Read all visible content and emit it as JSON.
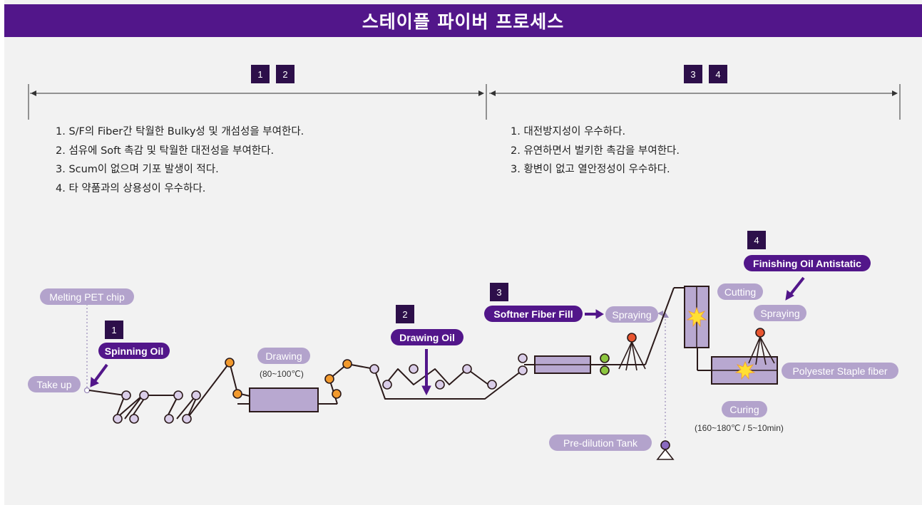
{
  "title": "스테이플 파이버 프로세스",
  "section_left": {
    "badges": [
      "1",
      "2"
    ],
    "lines": [
      "1. S/F의 Fiber간 탁월한 Bulky성 및 개섬성을 부여한다.",
      "2. 섬유에 Soft 촉감 및 탁월한 대전성을 부여한다.",
      "3. Scum이 없으며 기포 발생이 적다.",
      "4. 타 약품과의 상용성이 우수하다."
    ]
  },
  "section_right": {
    "badges": [
      "3",
      "4"
    ],
    "lines": [
      "1. 대전방지성이 우수하다.",
      "2. 유연하면서 벌키한 촉감을 부여한다.",
      "3. 황변이 없고 열안정성이 우수하다."
    ]
  },
  "process": {
    "melting": "Melting PET chip",
    "take_up": "Take up",
    "step1_num": "1",
    "spinning_oil": "Spinning Oil",
    "drawing": "Drawing",
    "drawing_temp": "(80~100℃)",
    "step2_num": "2",
    "drawing_oil": "Drawing Oil",
    "step3_num": "3",
    "softner": "Softner Fiber Fill",
    "spraying_1": "Spraying",
    "cutting": "Cutting",
    "step4_num": "4",
    "finishing_oil": "Finishing Oil Antistatic",
    "spraying_2": "Spraying",
    "polyester": "Polyester Staple fiber",
    "curing": "Curing",
    "curing_cond": "(160~180℃ / 5~10min)",
    "pre_dilution": "Pre-dilution Tank"
  },
  "colors": {
    "brand_purple": "#52168a",
    "dark_badge": "#2d0f4a",
    "light_pill": "#b3a3cc",
    "roller_orange": "#f29a2e",
    "roller_lavender": "#d9cde8",
    "roller_green": "#8cc63f",
    "nozzle_red": "#e8552f",
    "spark_yellow": "#ffe033",
    "box_fill": "#b8a8d0"
  }
}
